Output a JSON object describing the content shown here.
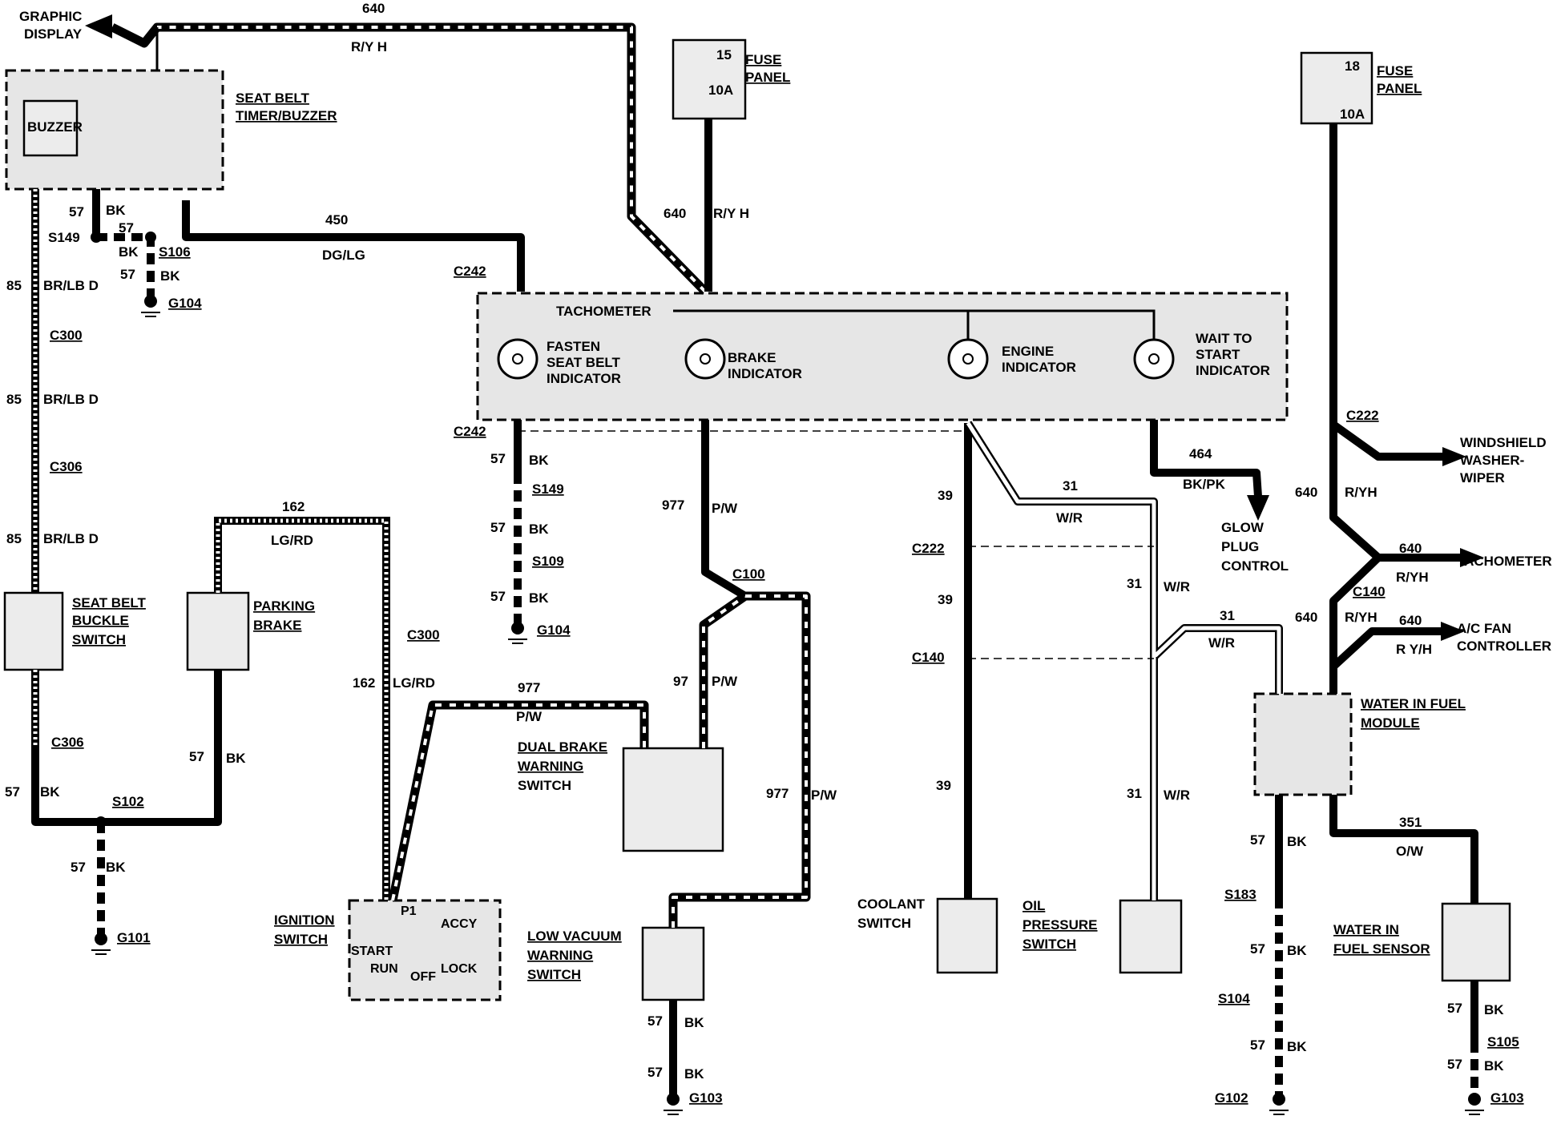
{
  "components": {
    "graphic_display": [
      "GRAPHIC",
      "DISPLAY"
    ],
    "seat_belt_timer": [
      "SEAT BELT",
      "TIMER/BUZZER"
    ],
    "buzzer": "BUZZER",
    "fuse_panel_15": {
      "label": [
        "FUSE",
        "PANEL"
      ],
      "fuse": "15",
      "rating": "10A"
    },
    "fuse_panel_18": {
      "label": [
        "FUSE",
        "PANEL"
      ],
      "fuse": "18",
      "rating": "10A"
    },
    "tachometer_cluster": "TACHOMETER",
    "fasten_indicator": [
      "FASTEN",
      "SEAT BELT",
      "INDICATOR"
    ],
    "brake_indicator": [
      "BRAKE",
      "INDICATOR"
    ],
    "engine_indicator": [
      "ENGINE",
      "INDICATOR"
    ],
    "wait_to_start": [
      "WAIT TO",
      "START",
      "INDICATOR"
    ],
    "glow_plug": [
      "GLOW",
      "PLUG",
      "CONTROL"
    ],
    "windshield_washer": [
      "WINDSHIELD",
      "WASHER-",
      "WIPER"
    ],
    "tachometer_out": "TACHOMETER",
    "ac_fan": [
      "A/C FAN",
      "CONTROLLER"
    ],
    "seat_belt_buckle": [
      "SEAT BELT",
      "BUCKLE",
      "SWITCH"
    ],
    "parking_brake": [
      "PARKING",
      "BRAKE"
    ],
    "ignition_switch": {
      "label": [
        "IGNITION",
        "SWITCH"
      ],
      "p1": "P1",
      "accy": "ACCY",
      "start": "START",
      "run": "RUN",
      "off": "OFF",
      "lock": "LOCK"
    },
    "dual_brake": [
      "DUAL BRAKE",
      "WARNING",
      "SWITCH"
    ],
    "low_vacuum": [
      "LOW VACUUM",
      "WARNING",
      "SWITCH"
    ],
    "coolant": [
      "COOLANT",
      "SWITCH"
    ],
    "oil_pressure": [
      "OIL",
      "PRESSURE",
      "SWITCH"
    ],
    "water_fuel_module": [
      "WATER IN FUEL",
      "MODULE"
    ],
    "water_fuel_sensor": [
      "WATER IN",
      "FUEL SENSOR"
    ]
  },
  "connectors": {
    "C242": "C242",
    "C300": "C300",
    "C306": "C306",
    "C100": "C100",
    "C222": "C222",
    "C140": "C140"
  },
  "splices": {
    "S149": "S149",
    "S106": "S106",
    "S109": "S109",
    "S102": "S102",
    "S183": "S183",
    "S104": "S104",
    "S105": "S105"
  },
  "grounds": {
    "G104": "G104",
    "G101": "G101",
    "G103": "G103",
    "G102": "G102"
  },
  "wires": {
    "w640": "640",
    "rYH": "R/Y H",
    "w450": "450",
    "dglg": "DG/LG",
    "w57": "57",
    "bk": "BK",
    "w85": "85",
    "brlb": "BR/LB D",
    "w162": "162",
    "lgrd": "LG/RD",
    "w977": "977",
    "pw": "P/W",
    "w97": "97",
    "w39": "39",
    "w31": "31",
    "wr": "W/R",
    "w464": "464",
    "bkpk": "BK/PK",
    "ryh": "R/YH",
    "r_yh": "R Y/H",
    "w351": "351",
    "ow": "O/W"
  }
}
